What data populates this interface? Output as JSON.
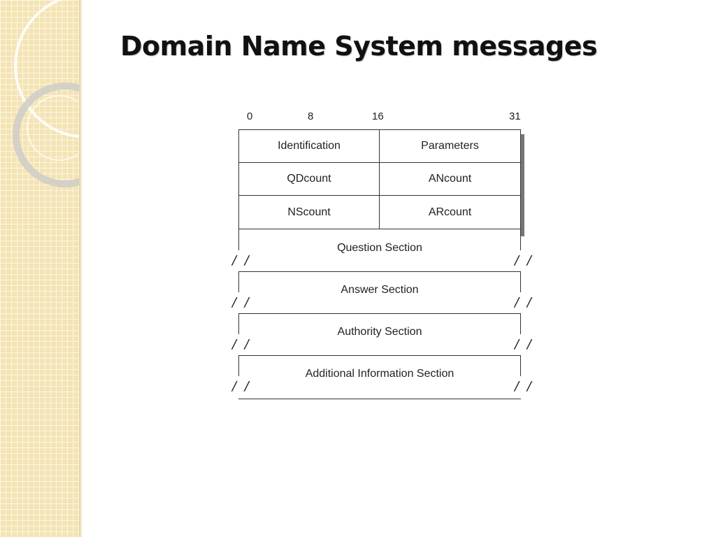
{
  "title": "Domain Name System messages",
  "diagram": {
    "bit_positions": [
      "0",
      "8",
      "16",
      "31"
    ],
    "header_rows": [
      {
        "left": "Identification",
        "right": "Parameters"
      },
      {
        "left": "QDcount",
        "right": "ANcount"
      },
      {
        "left": "NScount",
        "right": "ARcount"
      }
    ],
    "sections": [
      "Question Section",
      "Answer Section",
      "Authority Section",
      "Additional Information Section"
    ],
    "break_mark": "/ /"
  }
}
